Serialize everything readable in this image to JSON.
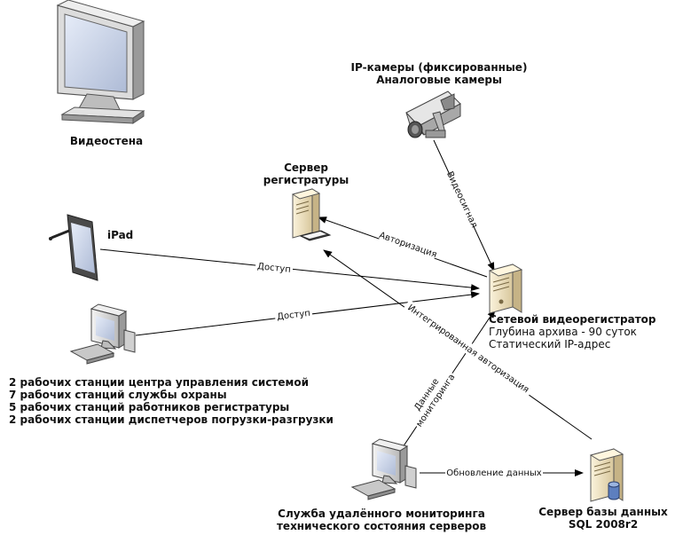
{
  "nodes": {
    "videowall": {
      "label": "Видеостена"
    },
    "cameras": {
      "line1": "IP-камеры (фиксированные)",
      "line2": "Аналоговые камеры"
    },
    "reg_server": {
      "line1": "Сервер",
      "line2": "регистратуры"
    },
    "ipad": {
      "label": "iPad"
    },
    "nvr": {
      "title": "Сетевой видеорегистратор",
      "line2": "Глубина архива - 90 суток",
      "line3": "Статический IP-адрес"
    },
    "workstations": {
      "lines": [
        "2 рабочих станции центра управления системой",
        "7 рабочих станций службы охраны",
        "5 рабочих станций работников регистратуры",
        "2 рабочих станции диспетчеров погрузки-разгрузки"
      ]
    },
    "monitoring": {
      "line1": "Служба удалённого мониторинга",
      "line2": "технического состояния серверов"
    },
    "db_server": {
      "line1": "Сервер базы данных",
      "line2": "SQL 2008r2"
    }
  },
  "edges": {
    "video_signal": "Видеосигнал",
    "authorization": "Авторизация",
    "access_ipad": "Доступ",
    "access_ws": "Доступ",
    "integrated_auth": "Интегрированная авторизация",
    "monitoring_data_1": "Данные",
    "monitoring_data_2": "мониторинга",
    "data_update": "Обновление данных"
  },
  "colors": {
    "line": "#000000",
    "device_body": "#e8e8e8",
    "server_body": "#f2e6c8",
    "screen": "#cfd8ec"
  }
}
